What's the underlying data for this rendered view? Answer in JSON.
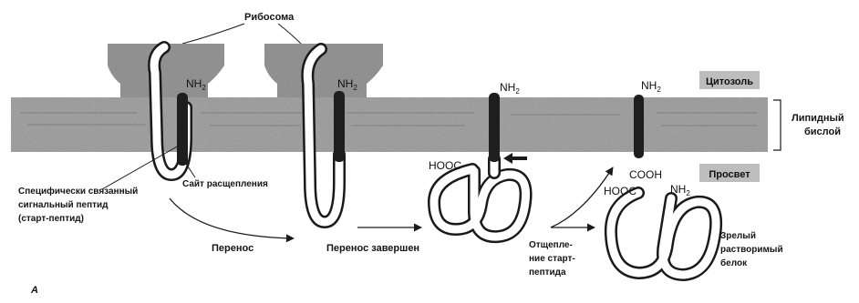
{
  "labels": {
    "ribosome": "Рибосома",
    "cytosol": "Цитозоль",
    "lipid_bilayer_1": "Липидный",
    "lipid_bilayer_2": "бислой",
    "lumen": "Просвет",
    "signal_1": "Специфически связанный",
    "signal_2": "сигнальный пептид",
    "signal_3": "(старт-пептид)",
    "cleavage_site": "Сайт расщепления",
    "transfer": "Перенос",
    "transfer_done": "Перенос завершен",
    "cleave_1": "Отщепле-",
    "cleave_2": "ние старт-",
    "cleave_3": "пептида",
    "mature_1": "Зрелый",
    "mature_2": "растворимый",
    "mature_3": "белок",
    "panel": "А"
  },
  "chem": {
    "nh": "NH",
    "two": "2",
    "hooc": "HOOC",
    "cooh": "COOH"
  },
  "colors": {
    "membrane": "#a9a9a9",
    "ribosome": "#9a9a9a",
    "helix": "#1e1e1e",
    "line": "#1a1a1a"
  }
}
